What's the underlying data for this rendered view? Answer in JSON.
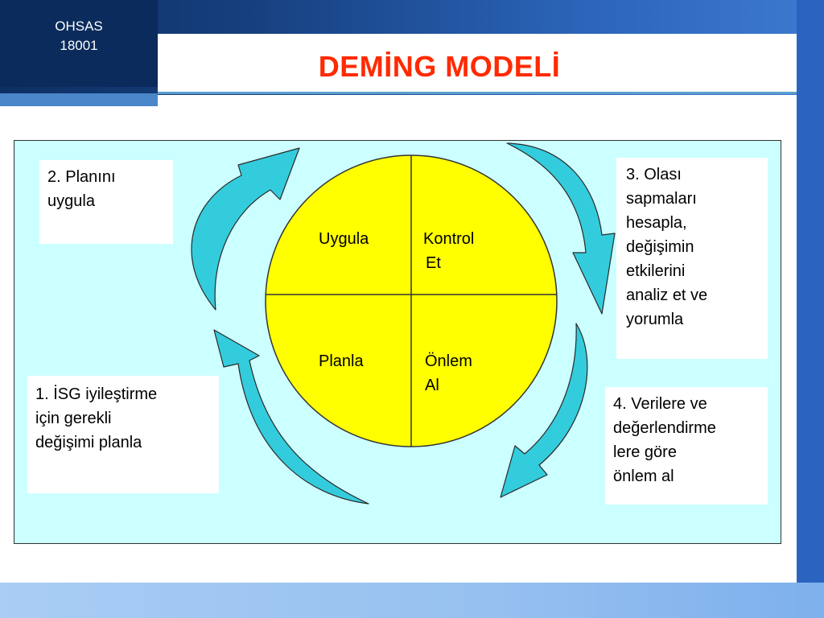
{
  "header": {
    "logo_line1": "OHSAS",
    "logo_line2": "18001",
    "title": "DEMİNG MODELİ"
  },
  "diagram": {
    "quadrants": {
      "top_left": "Uygula",
      "top_right_line1": "Kontrol",
      "top_right_line2": "Et",
      "bottom_left": "Planla",
      "bottom_right_line1": "Önlem",
      "bottom_right_line2": "Al"
    },
    "notes": {
      "step2_line1": "2. Planını",
      "step2_line2": "uygula",
      "step3_line1": "3. Olası",
      "step3_line2": "sapmaları",
      "step3_line3": "hesapla,",
      "step3_line4": "değişimin",
      "step3_line5": "etkilerini",
      "step3_line6": "analiz et ve",
      "step3_line7": "yorumla",
      "step1_line1": "1. İSG iyileştirme",
      "step1_line2": "için gerekli",
      "step1_line3": "değişimi planla",
      "step4_line1": "4. Verilere ve",
      "step4_line2": "değerlendirme",
      "step4_line3": "lere göre",
      "step4_line4": "önlem al"
    }
  },
  "colors": {
    "title": "#ff2a00",
    "panel_bg": "#ccffff",
    "circle_fill": "#ffff00",
    "arrow_fill": "#33ccdd",
    "header_dark": "#0b2b5c",
    "accent_blue": "#2a64c0"
  }
}
